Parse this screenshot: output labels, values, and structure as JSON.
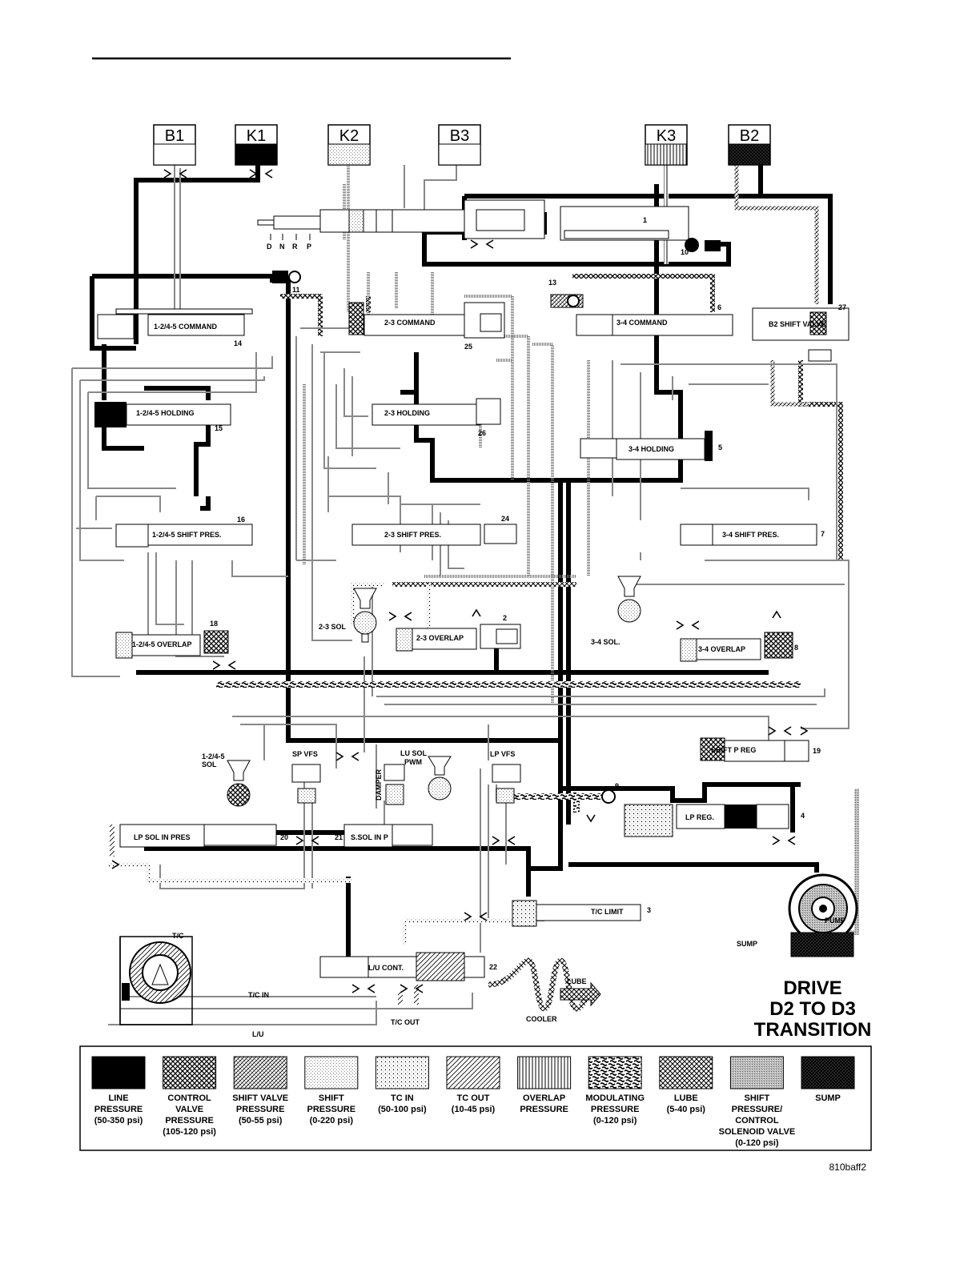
{
  "clutches": [
    {
      "label": "B1",
      "pattern": "white"
    },
    {
      "label": "K1",
      "pattern": "line"
    },
    {
      "label": "K2",
      "pattern": "shift"
    },
    {
      "label": "B3",
      "pattern": "white"
    },
    {
      "label": "K3",
      "pattern": "overlap"
    },
    {
      "label": "B2",
      "pattern": "sump"
    }
  ],
  "selector": {
    "d": "D",
    "n": "N",
    "r": "R",
    "p": "P"
  },
  "valves": {
    "cmd_1245": "1-2/4-5 COMMAND",
    "cmd_23": "2-3 COMMAND",
    "cmd_34": "3-4 COMMAND",
    "b2_shift": "B2 SHIFT VALVE",
    "hold_1245": "1-2/4-5 HOLDING",
    "hold_23": "2-3 HOLDING",
    "hold_34": "3-4 HOLDING",
    "sp_1245": "1-2/4-5 SHIFT PRES.",
    "sp_23": "2-3 SHIFT PRES.",
    "sp_34": "3-4 SHIFT PRES.",
    "ov_1245": "1-2/4-5 OVERLAP",
    "ov_23": "2-3 OVERLAP",
    "ov_34": "3-4 OVERLAP",
    "shift_p_reg": "SHIFT P REG",
    "lp_reg": "LP REG.",
    "lp_sol_in": "LP SOL IN PRES",
    "s_sol_in": "S.SOL IN P",
    "tc_limit": "T/C LIMIT",
    "lu_cont": "L/U CONT."
  },
  "solenoids": {
    "sol_1245": "1-2/4-5\nSOL",
    "sol_23": "2-3 SOL",
    "sol_34": "3-4 SOL.",
    "sp_vfs": "SP VFS",
    "lu_sol": "LU SOL\nPWM",
    "lp_vfs": "LP VFS",
    "damper": "DAMPER"
  },
  "numbers": [
    "1",
    "2",
    "3",
    "4",
    "5",
    "6",
    "7",
    "8",
    "9",
    "10",
    "11",
    "13",
    "14",
    "15",
    "16",
    "18",
    "19",
    "20",
    "21",
    "22",
    "24",
    "25",
    "26",
    "27"
  ],
  "misc": {
    "pump": "PUMP",
    "sump": "SUMP",
    "tc": "T/C",
    "tc_in": "T/C IN",
    "tc_out": "T/C OUT",
    "lu": "L/U",
    "lube": "LUBE",
    "cooler": "COOLER"
  },
  "title": {
    "line1": "DRIVE",
    "line2": "D2 TO D3",
    "line3": "TRANSITION"
  },
  "legend": [
    {
      "pattern": "line",
      "label": "LINE\nPRESSURE\n(50-350 psi)"
    },
    {
      "pattern": "control",
      "label": "CONTROL\nVALVE\nPRESSURE\n(105-120 psi)"
    },
    {
      "pattern": "shiftvalve",
      "label": "SHIFT VALVE\nPRESSURE\n(50-55 psi)"
    },
    {
      "pattern": "shift",
      "label": "SHIFT\nPRESSURE\n(0-220 psi)"
    },
    {
      "pattern": "tcin",
      "label": "TC IN\n(50-100 psi)"
    },
    {
      "pattern": "tcout",
      "label": "TC OUT\n(10-45 psi)"
    },
    {
      "pattern": "overlap",
      "label": "OVERLAP\nPRESSURE"
    },
    {
      "pattern": "modulating",
      "label": "MODULATING\nPRESSURE\n(0-120 psi)"
    },
    {
      "pattern": "lube",
      "label": "LUBE\n(5-40 psi)"
    },
    {
      "pattern": "solenoid",
      "label": "SHIFT\nPRESSURE/\nCONTROL\nSOLENOID VALVE\n(0-120 psi)"
    },
    {
      "pattern": "sump",
      "label": "SUMP"
    }
  ],
  "figure_id": "810baff2"
}
